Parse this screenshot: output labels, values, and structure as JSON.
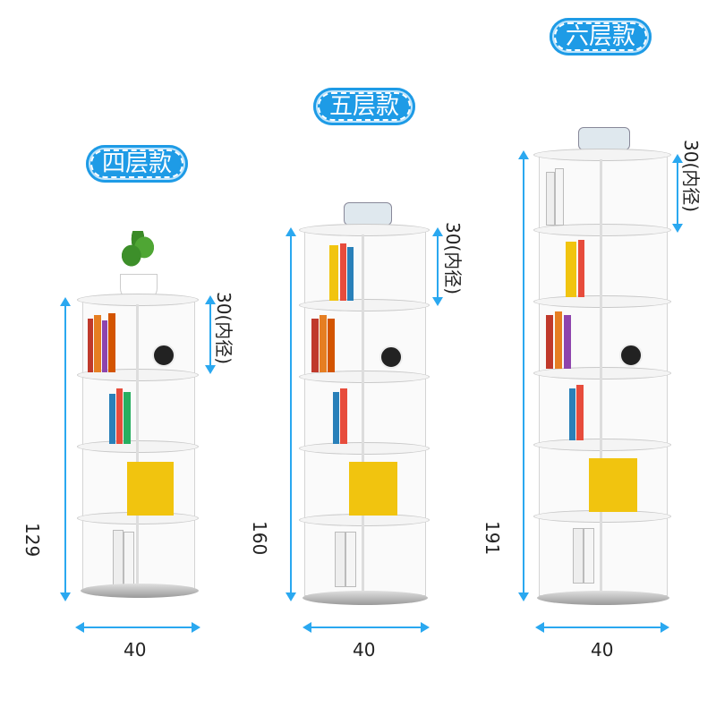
{
  "badges": {
    "four": "四层款",
    "five": "五层款",
    "six": "六层款"
  },
  "dimensions": {
    "inner": "30(内径)",
    "height_four": "129",
    "height_five": "160",
    "height_six": "191",
    "width": "40"
  },
  "colors": {
    "accent": "#1e9be6",
    "arrow": "#2aa8f0"
  }
}
